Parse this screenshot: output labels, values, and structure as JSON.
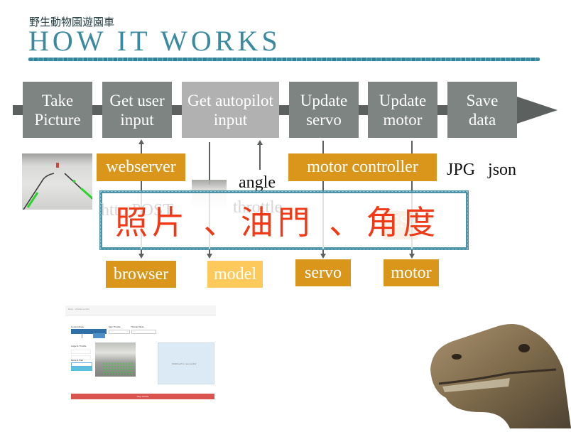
{
  "header": {
    "subtitle": "野生動物園遊園車",
    "title": "HOW IT WORKS"
  },
  "process_steps": [
    {
      "label": "Take\nPicture",
      "state": "active"
    },
    {
      "label": "Get user\ninput",
      "state": "active"
    },
    {
      "label": "Get autopilot\ninput",
      "state": "dimmed"
    },
    {
      "label": "Update\nservo",
      "state": "active"
    },
    {
      "label": "Update\nmotor",
      "state": "active"
    },
    {
      "label": "Save\ndata",
      "state": "active"
    }
  ],
  "components_top": {
    "webserver": "webserver",
    "motor_controller": "motor controller",
    "angle": "angle",
    "data_formats": "JPG   json"
  },
  "faded_labels": {
    "http_post": "http POST",
    "throttle": "throttle",
    "esc": "ESC"
  },
  "components_bottom": {
    "browser": "browser",
    "model": "model",
    "servo": "servo",
    "motor": "motor"
  },
  "callout": {
    "text": "照片 、油門 、角度"
  },
  "web_ui_preview": {
    "breadcrumb": "Drive · Vehicle Control",
    "control_mode_label": "Control Mode",
    "max_throttle_label": "Max Throttle",
    "throttle_mode_label": "Throttle Mode",
    "angle_throttle_label": "Angle & Throttle",
    "mode_pilot_label": "Mode & Pilot",
    "recording_button": "Start Recording",
    "panel_text": "Click/touch to use joystick",
    "stop_button": "Stop Vehicle"
  },
  "colors": {
    "title": "#3a8aa0",
    "step_box": "#7d8481",
    "step_box_dimmed": "#b1b1b1",
    "tag": "#d9961b",
    "tag_light": "#fdc95a",
    "callout_text": "#f03a17",
    "callout_border": "#4a92a6"
  }
}
